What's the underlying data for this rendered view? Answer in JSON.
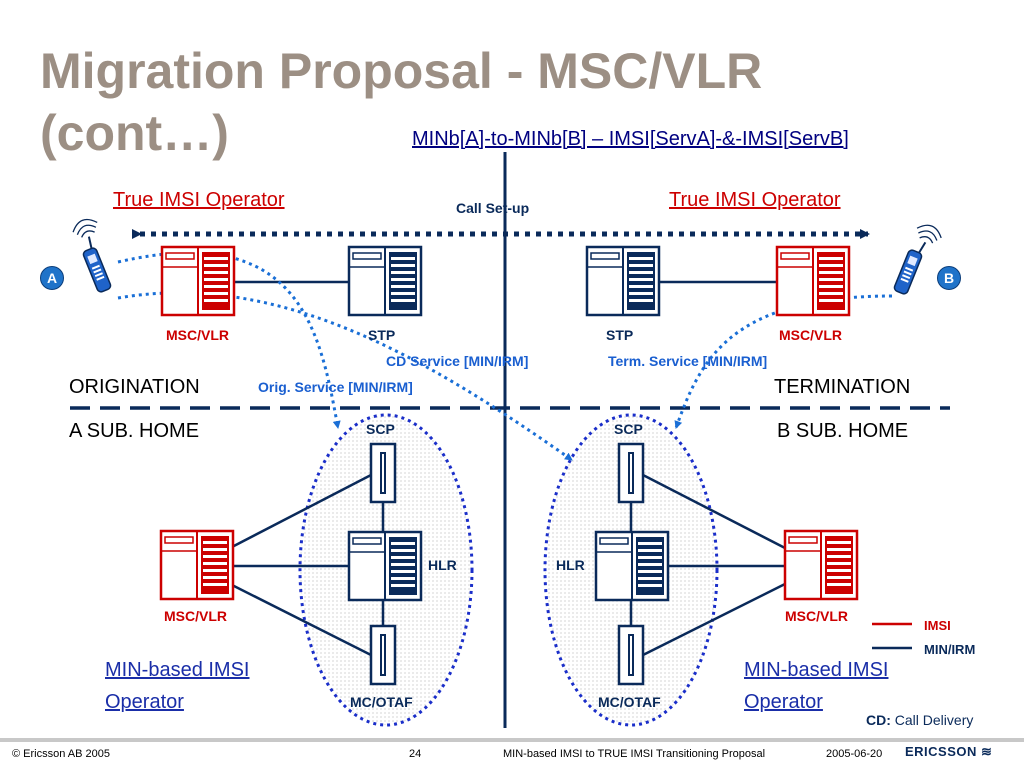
{
  "title": "Migration Proposal - MSC/VLR (cont…)",
  "subtitle": "MINb[A]-to-MINb[B] – IMSI[ServA]-&-IMSI[ServB]",
  "true_imsi_left": "True IMSI Operator",
  "true_imsi_right": "True IMSI Operator",
  "call_setup": "Call Set-up",
  "badge_a": "A",
  "badge_b": "B",
  "labels": {
    "msc_vlr_top_left": "MSC/VLR",
    "stp_left": "STP",
    "stp_right": "STP",
    "msc_vlr_top_right": "MSC/VLR",
    "scp_left": "SCP",
    "scp_right": "SCP",
    "hlr_left": "HLR",
    "hlr_right": "HLR",
    "msc_vlr_bottom_left": "MSC/VLR",
    "msc_vlr_bottom_right": "MSC/VLR",
    "mcotaf_left": "MC/OTAF",
    "mcotaf_right": "MC/OTAF"
  },
  "services": {
    "cd_service": "CD Service [MIN/IRM]",
    "term_service": "Term. Service [MIN/IRM]",
    "orig_service": "Orig. Service [MIN/IRM]"
  },
  "zones": {
    "origination": "ORIGINATION",
    "termination": "TERMINATION",
    "a_home": "A SUB. HOME",
    "b_home": "B SUB. HOME"
  },
  "operators": {
    "left_line1": "MIN-based IMSI",
    "left_line2": "Operator",
    "right_line1": "MIN-based IMSI",
    "right_line2": "Operator"
  },
  "legend": {
    "imsi": "IMSI",
    "min_irm": "MIN/IRM",
    "cd_key": "CD:",
    "cd_value": "Call Delivery"
  },
  "footer": {
    "copyright": "© Ericsson AB 2005",
    "page": "24",
    "doc_title": "MIN-based IMSI to TRUE IMSI Transitioning Proposal",
    "date": "2005-06-20",
    "brand": "ERICSSON"
  },
  "colors": {
    "imsi_red": "#cc0000",
    "min_navy": "#0a2a5a",
    "dotted_blue": "#1a6fd6",
    "title_taupe": "#9c8f84"
  }
}
